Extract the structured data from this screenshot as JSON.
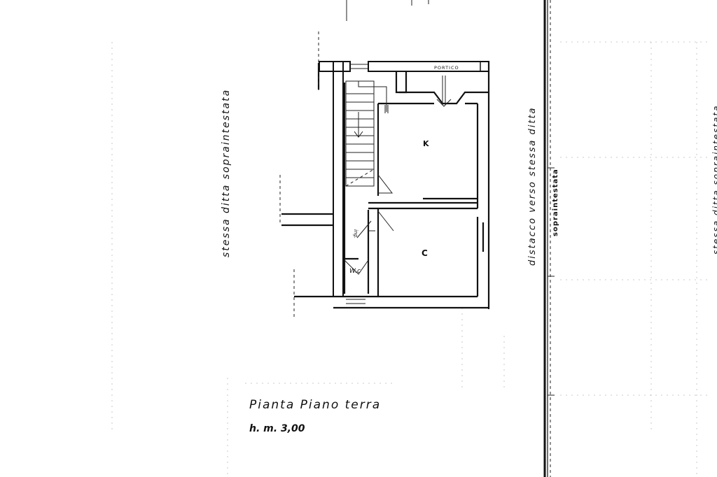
{
  "drawing": {
    "rooms": {
      "kitchen": "K",
      "room_c": "C",
      "wc": "W.c",
      "ingresso": "ing.",
      "portico": "PORTICO"
    },
    "labels": {
      "left_neighbor": "stessa ditta sopraintestata",
      "right_boundary": "distacco verso stessa ditta",
      "right_strip": "sopraintestata",
      "far_right": "stessa ditta sopraintestata"
    },
    "title": "Pianta Piano terra",
    "height_note": "h. m. 3,00"
  }
}
